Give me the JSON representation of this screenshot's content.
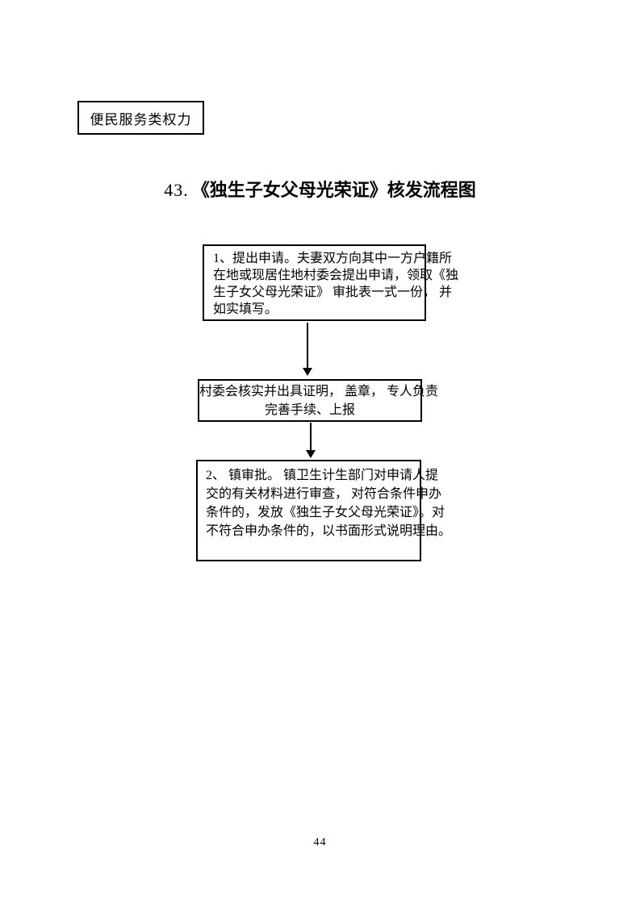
{
  "page": {
    "number": "44"
  },
  "category_label": "便民服务类权力",
  "title": {
    "number": "43.",
    "text": "《独生子女父母光荣证》核发流程图"
  },
  "flowchart": {
    "boxes": [
      {
        "name": "step-1-apply",
        "lines": [
          "1、提出申请。夫妻双方向其中一方户籍所",
          "在地或现居住地村委会提出申请，领取《独",
          "生子女父母光荣证》 审批表一式一份， 并",
          "如实填写。"
        ]
      },
      {
        "name": "village-committee-verify",
        "lines": [
          "村委会核实并出具证明， 盖章， 专人负责",
          "完善手续、上报"
        ]
      },
      {
        "name": "step-2-town-approval",
        "lines": [
          "2、 镇审批。 镇卫生计生部门对申请人提",
          "交的有关材料进行审查， 对符合条件申办",
          "条件的，发放《独生子女父母光荣证》。对",
          "不符合申办条件的，以书面形式说明理由。"
        ]
      }
    ]
  },
  "colors": {
    "text": "#000000",
    "border": "#000000",
    "background": "#ffffff"
  }
}
